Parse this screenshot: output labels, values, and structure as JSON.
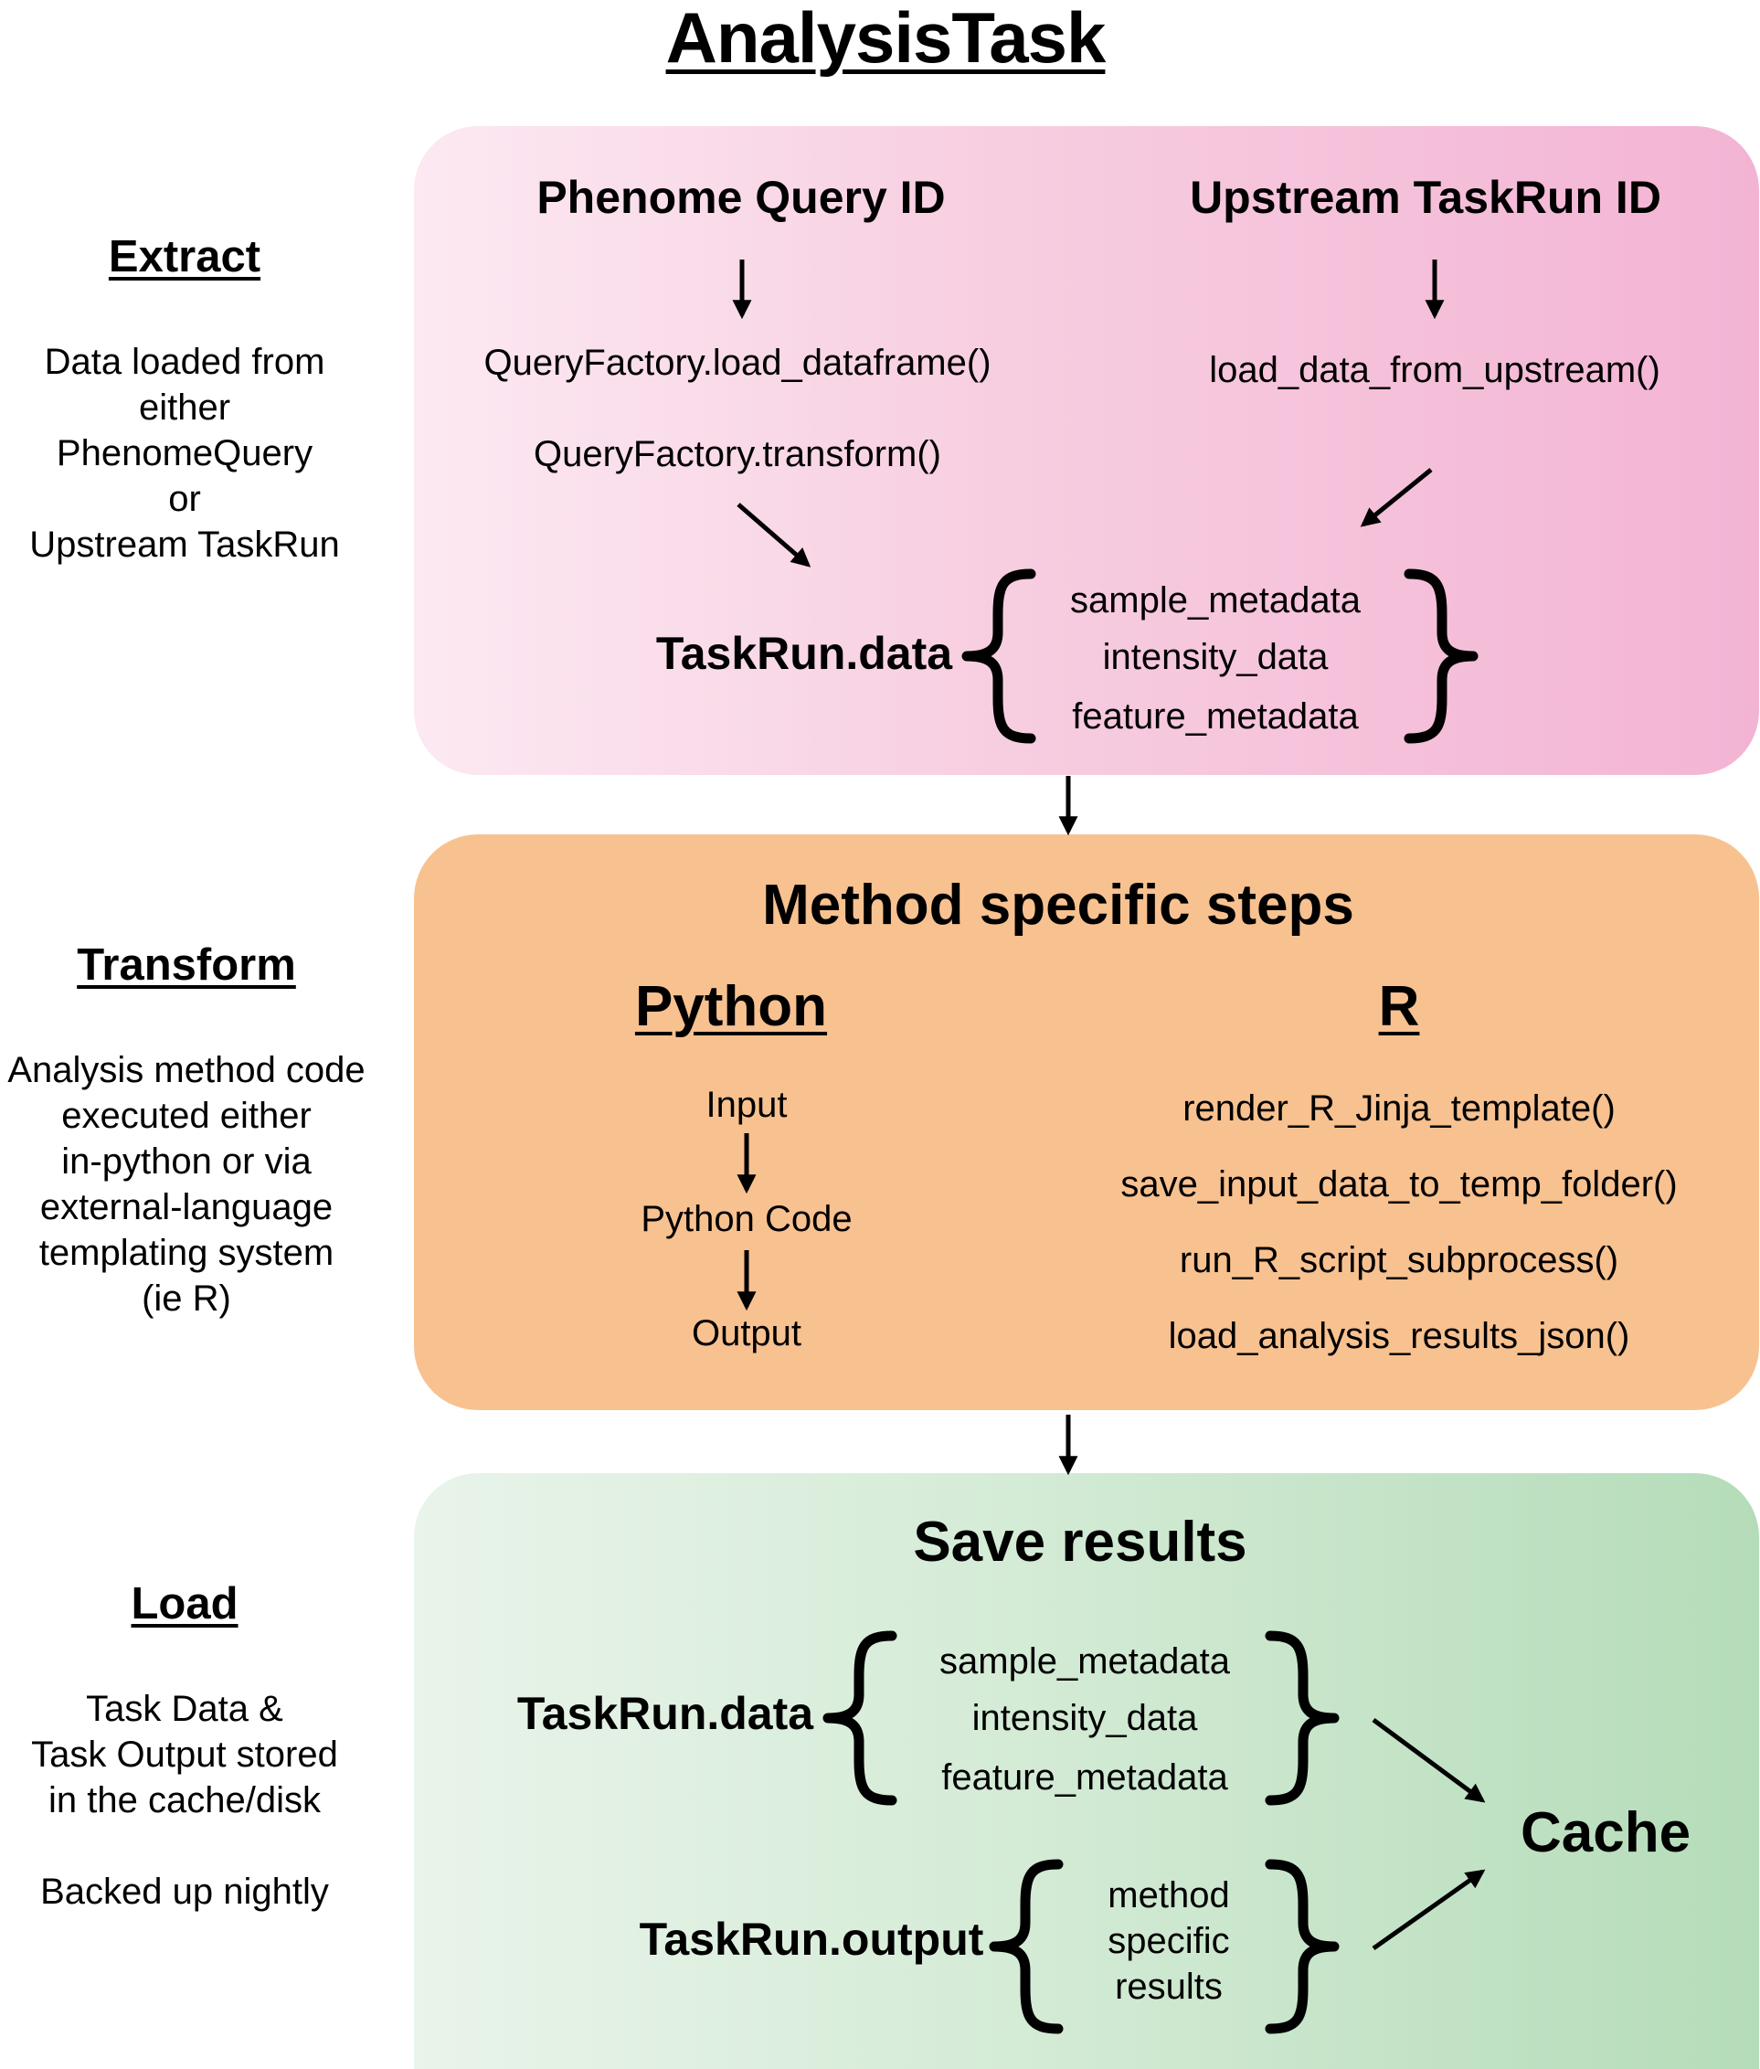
{
  "title": "AnalysisTask",
  "extract": {
    "heading": "Extract",
    "description": [
      "Data loaded from",
      "either",
      "PhenomeQuery",
      "or",
      "Upstream TaskRun"
    ],
    "phenome_query_id": "Phenome Query ID",
    "upstream_taskrun_id": "Upstream TaskRun ID",
    "load_dataframe": "QueryFactory.load_dataframe()",
    "transform_call": "QueryFactory.transform()",
    "load_upstream": "load_data_from_upstream()",
    "taskrun_data": "TaskRun.data",
    "data_items": [
      "sample_metadata",
      "intensity_data",
      "feature_metadata"
    ]
  },
  "transform": {
    "heading": "Transform",
    "description": [
      "Analysis method code",
      "executed either",
      "in-python or via",
      "external-language",
      "templating system",
      "(ie R)"
    ],
    "panel_title": "Method specific steps",
    "python_heading": "Python",
    "python_steps": [
      "Input",
      "Python Code",
      "Output"
    ],
    "r_heading": "R",
    "r_steps": [
      "render_R_Jinja_template()",
      "save_input_data_to_temp_folder()",
      "run_R_script_subprocess()",
      "load_analysis_results_json()"
    ]
  },
  "load": {
    "heading": "Load",
    "description": [
      "Task Data &",
      "Task Output stored",
      "in the cache/disk"
    ],
    "backup_note": "Backed up nightly",
    "panel_title": "Save results",
    "taskrun_data": "TaskRun.data",
    "data_items": [
      "sample_metadata",
      "intensity_data",
      "feature_metadata"
    ],
    "taskrun_output": "TaskRun.output",
    "output_items": [
      "method",
      "specific",
      "results"
    ],
    "cache": "Cache"
  }
}
